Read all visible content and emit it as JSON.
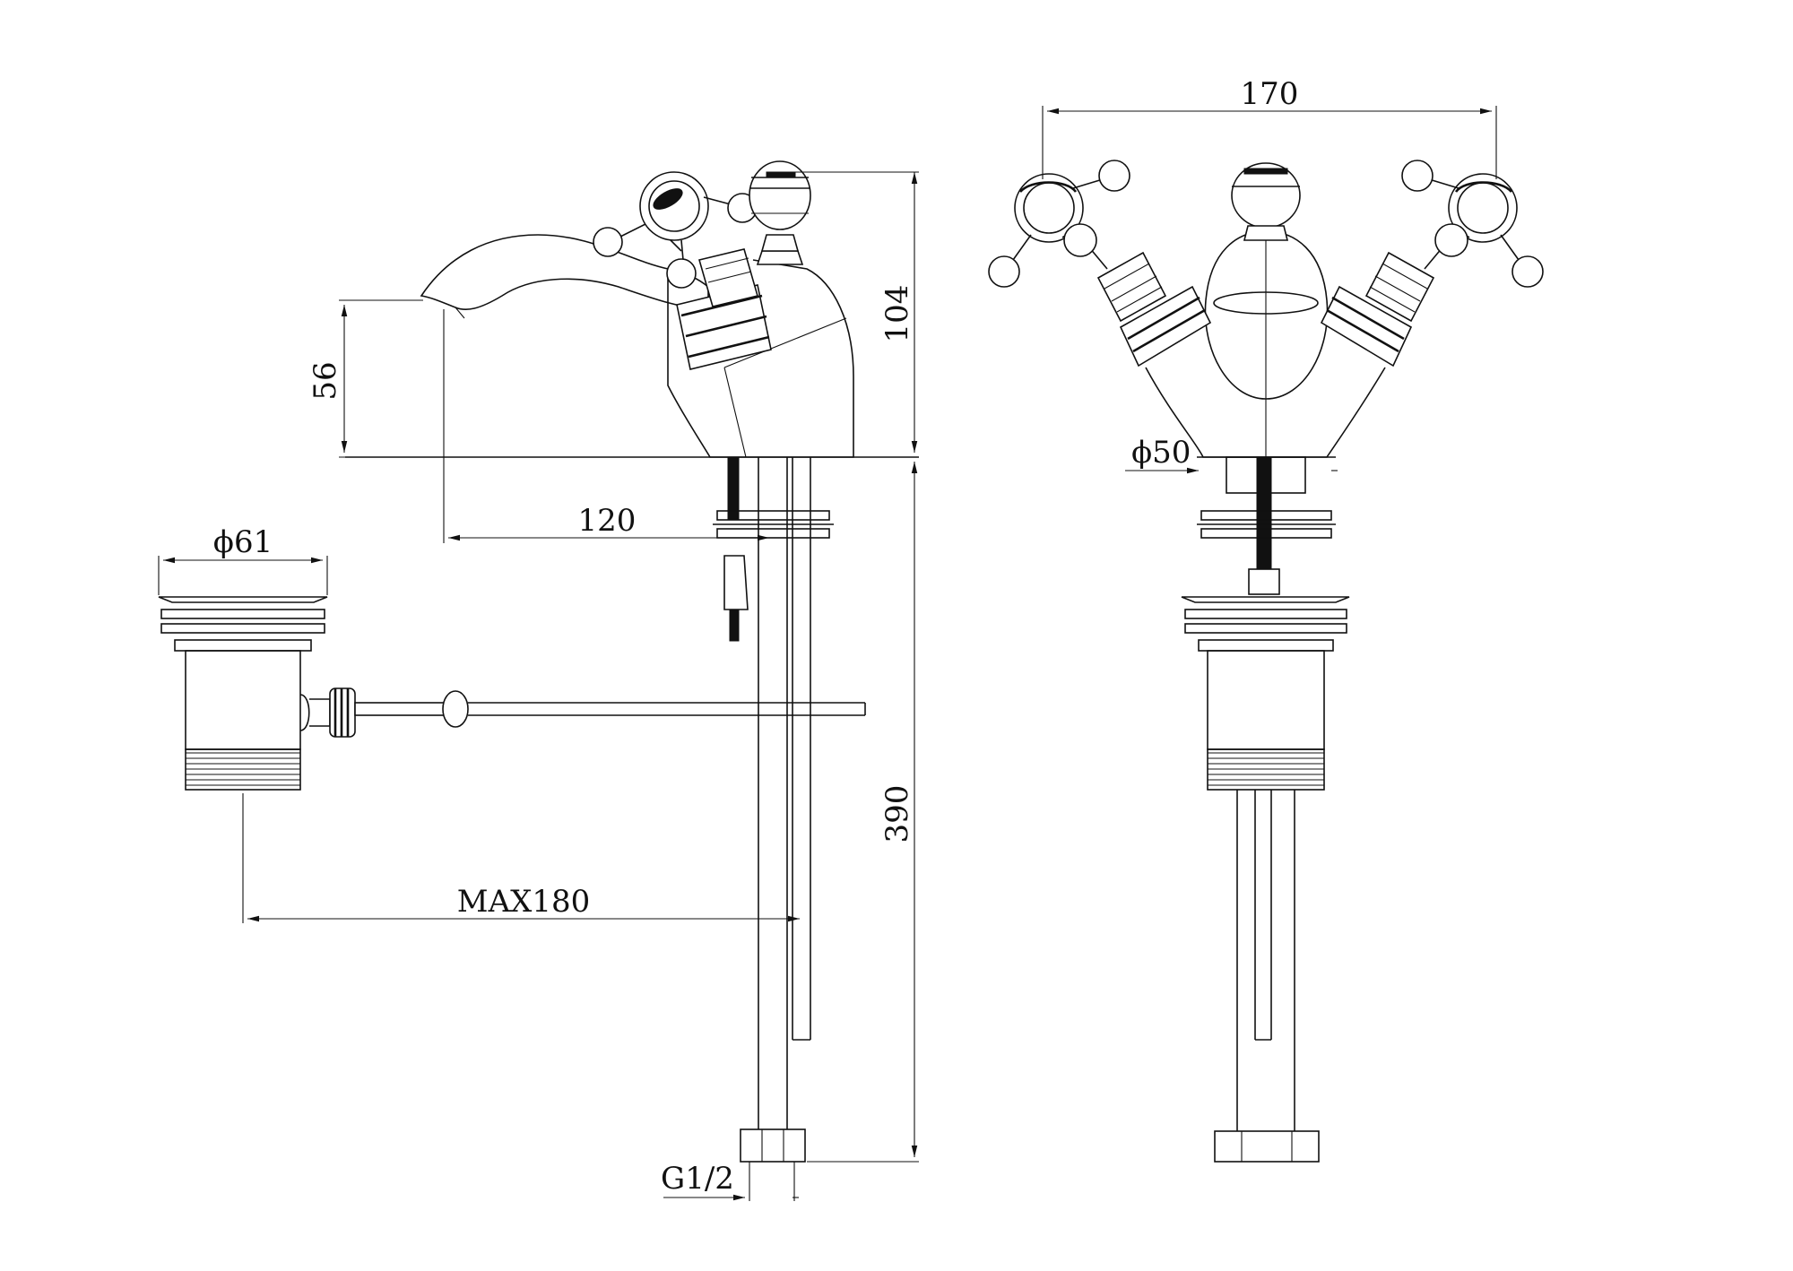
{
  "dimensions": {
    "spout_height": "56",
    "tap_height": "104",
    "spout_reach": "120",
    "waste_diameter": "ϕ61",
    "rod_max": "MAX180",
    "tail_length": "390",
    "thread": "G1/2",
    "handle_span": "170",
    "base_diameter": "ϕ50"
  },
  "colors": {
    "line": "#111111",
    "background": "#ffffff"
  }
}
